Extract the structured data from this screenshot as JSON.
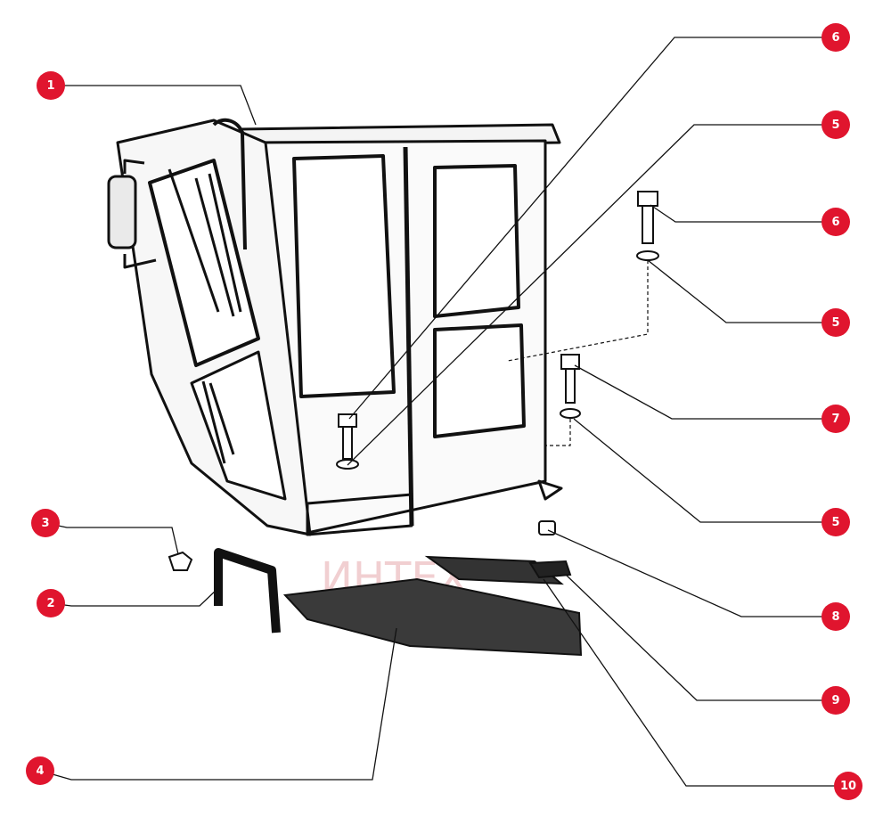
{
  "watermark": {
    "text": "ИНТЕХ",
    "color": "#f3c3c7"
  },
  "colors": {
    "callout": "#e0152e",
    "line": "#111111"
  },
  "callouts": [
    "1",
    "6",
    "5",
    "6",
    "5",
    "7",
    "5",
    "8",
    "9",
    "10",
    "3",
    "2",
    "4"
  ]
}
